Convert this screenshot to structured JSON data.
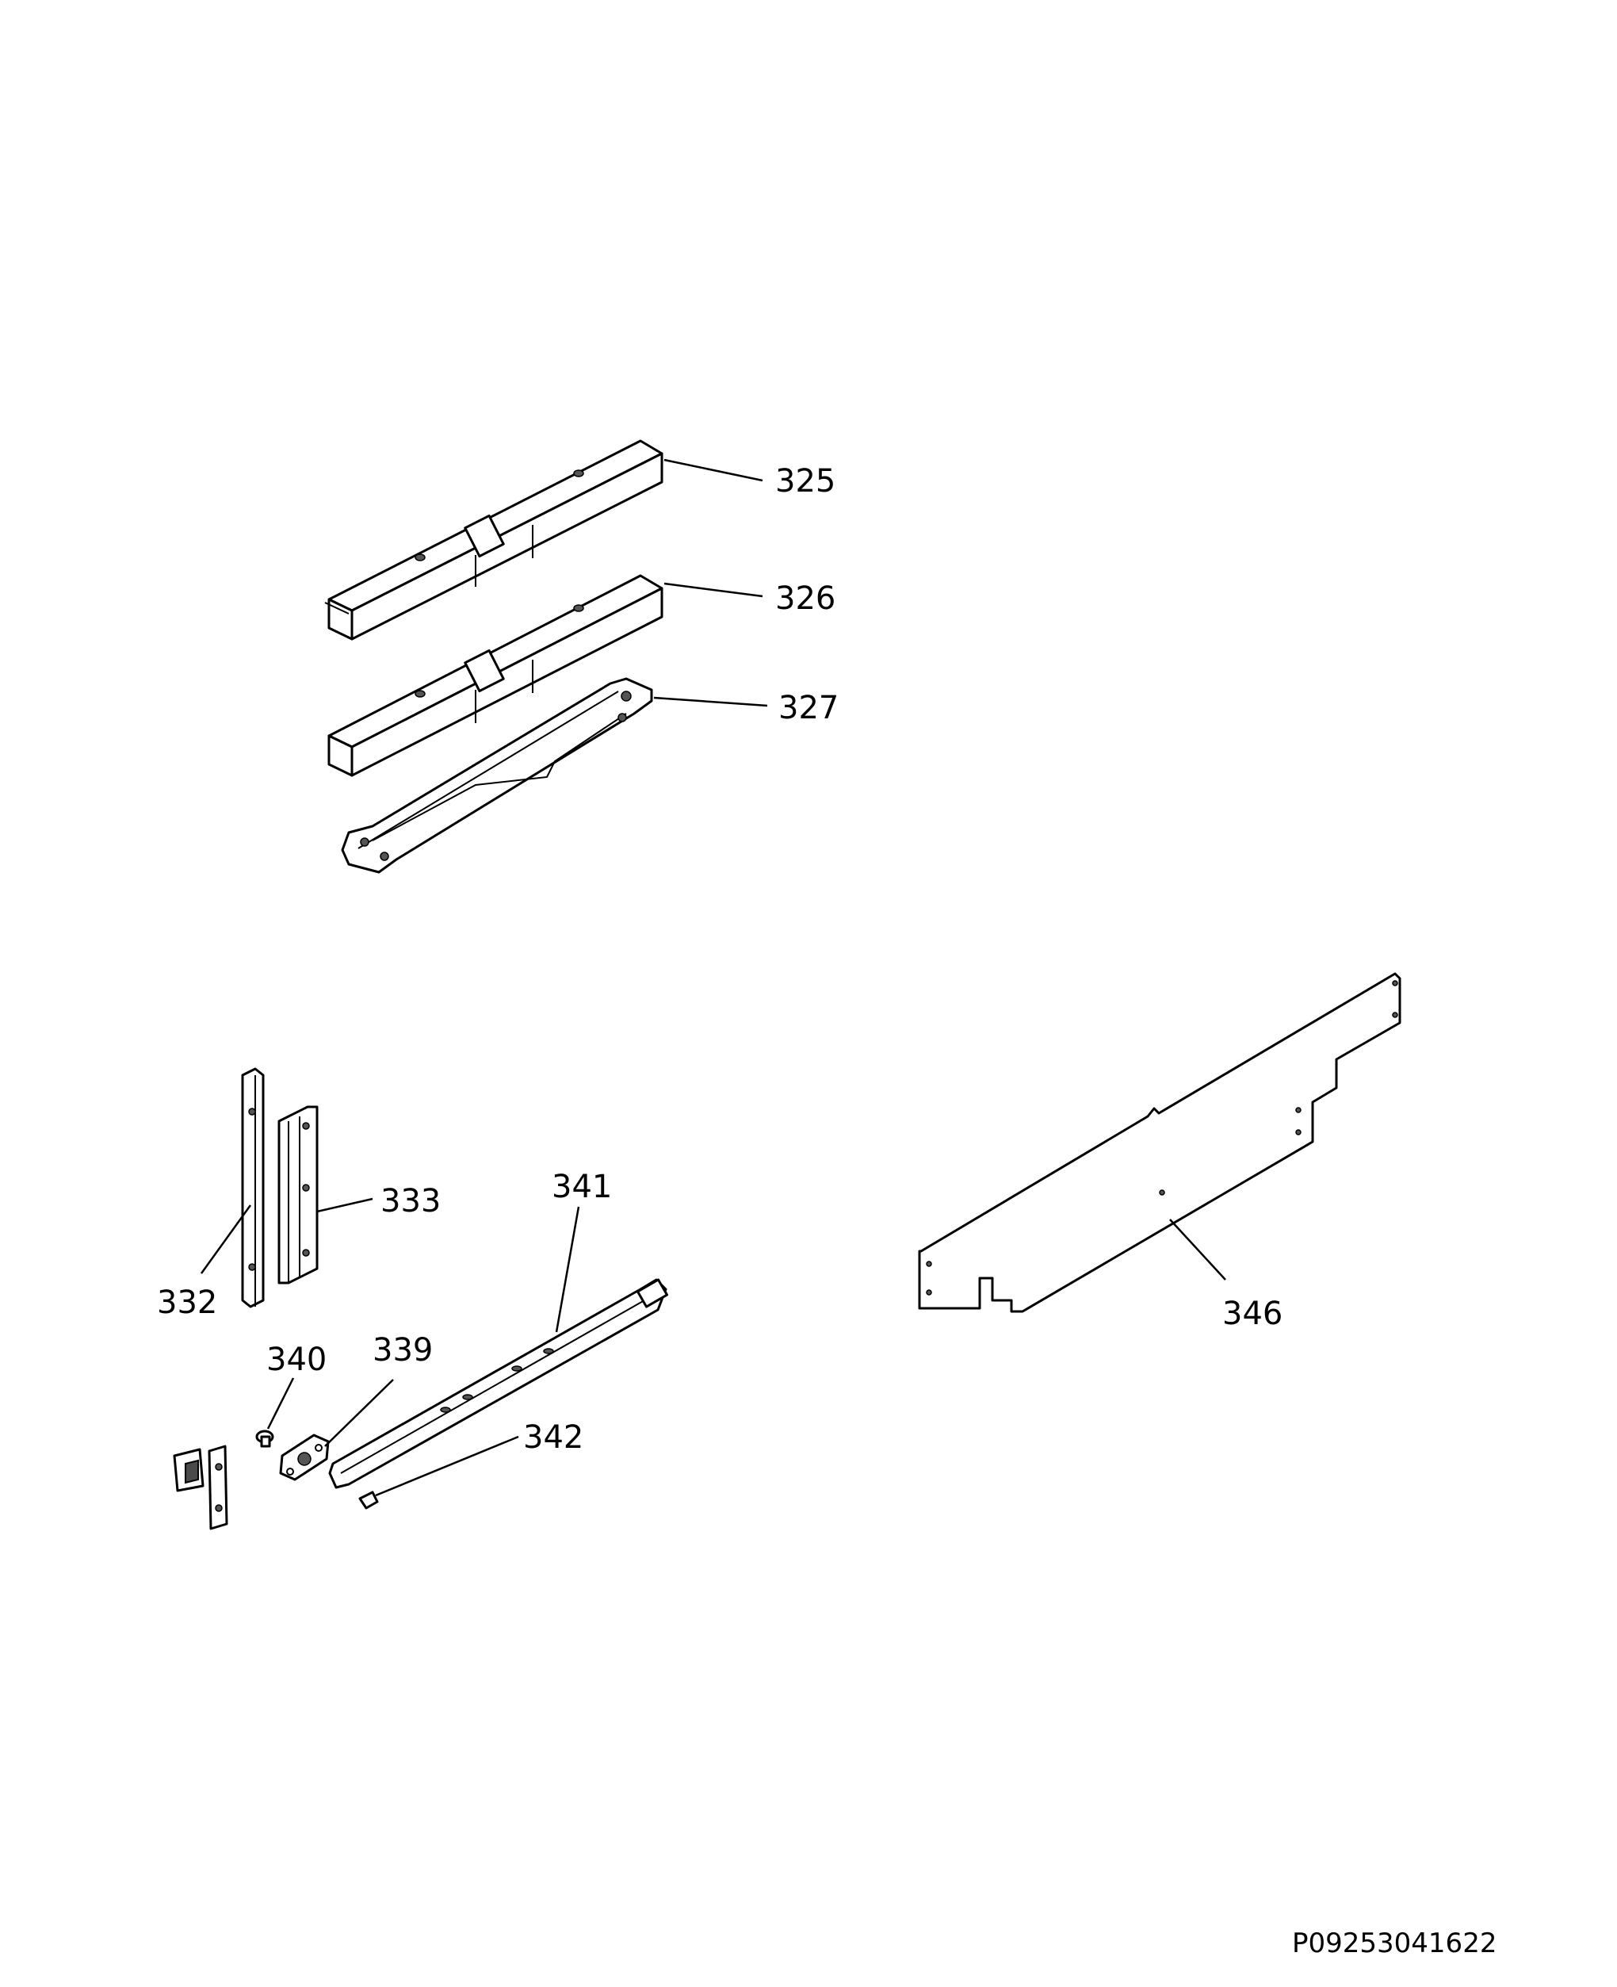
{
  "callouts": {
    "c325": "325",
    "c326": "326",
    "c327": "327",
    "c332": "332",
    "c333": "333",
    "c339": "339",
    "c340": "340",
    "c341": "341",
    "c342": "342",
    "c346": "346"
  },
  "drawing_id": "P09253041622"
}
